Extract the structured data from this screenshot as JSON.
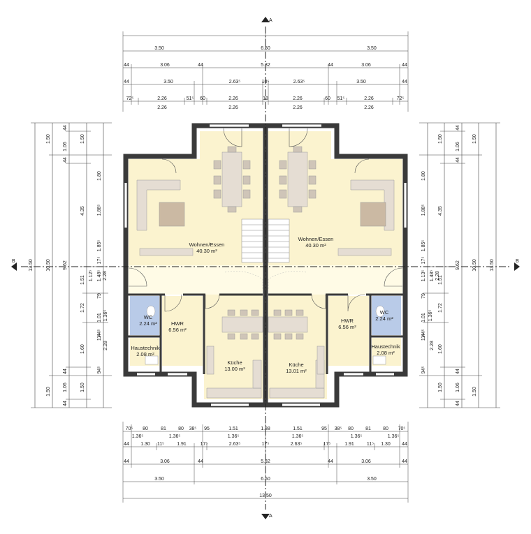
{
  "rooms": {
    "wohnen_left": {
      "name": "Wohnen/Essen",
      "area": "40.30 m²"
    },
    "wohnen_right": {
      "name": "Wohnen/Essen",
      "area": "40.30 m²"
    },
    "kueche_left": {
      "name": "Küche",
      "area": "13.00 m²"
    },
    "kueche_right": {
      "name": "Küche",
      "area": "13.01 m²"
    },
    "hwr_left": {
      "name": "HWR",
      "area": "6.56 m²"
    },
    "hwr_right": {
      "name": "HWR",
      "area": "6.56 m²"
    },
    "wc_left": {
      "name": "WC",
      "area": "2.24 m²"
    },
    "wc_right": {
      "name": "WC",
      "area": "2.24 m²"
    },
    "haus_left": {
      "name": "Haustechnik",
      "area": "2.08 m²"
    },
    "haus_right": {
      "name": "Haustechnik",
      "area": "2.08 m²"
    }
  },
  "dims": {
    "top": {
      "r1": [
        "6.50"
      ],
      "r2": [
        "3.50",
        "3.50"
      ],
      "r3": [
        "44",
        "3.06",
        "44",
        "5.32",
        "44",
        "3.06",
        "44"
      ],
      "r4": [
        "44",
        "3.50",
        "2.63⁵",
        "10⁵",
        "2.63⁵",
        "3.50",
        "44"
      ],
      "r5": [
        "72⁵",
        "2.26",
        "51⁵",
        "60",
        "2.26",
        "18",
        "2.26",
        "60",
        "51⁵",
        "2.26",
        "72⁵"
      ],
      "r5b": [
        "2.26",
        "2.26",
        "2.26",
        "2.26"
      ]
    },
    "bottom": {
      "r1": [
        "70⁵",
        "80",
        "81",
        "80",
        "38⁵",
        "95",
        "1.51",
        "1.88",
        "1.51",
        "95",
        "38⁵",
        "80",
        "81",
        "80",
        "70⁵"
      ],
      "r1b": [
        "1.36⁵",
        "1.36⁵",
        "1.36⁵",
        "1.36⁵",
        "1.36⁵",
        "1.36⁵"
      ],
      "r2": [
        "44",
        "1.30",
        "11⁵",
        "1.91",
        "17⁵",
        "2.63⁵",
        "17⁵",
        "2.63⁵",
        "17⁵",
        "1.91",
        "11⁵",
        "1.30",
        "44"
      ],
      "r3": [
        "44",
        "3.06",
        "44",
        "5.32",
        "44",
        "3.06",
        "44"
      ],
      "r4": [
        "3.50",
        "6.50",
        "3.50"
      ],
      "r5": [
        "13.50"
      ]
    },
    "left": {
      "c1": [
        "13.50"
      ],
      "c2": [
        "1.50",
        "10.50",
        "1.50"
      ],
      "c3": [
        "44",
        "1.06",
        "44",
        "9.62",
        "44",
        "1.06",
        "44"
      ],
      "c4": [
        "1.50",
        "4.35",
        "1.51",
        "1.72",
        "1.60",
        "1.50"
      ],
      "c5": [
        "1.80",
        "1.88⁵",
        "1.85⁵",
        "17⁵",
        "1.48⁵",
        "1.12⁵",
        "2.28",
        "79",
        "1.01",
        "1.36⁵",
        "44⁵",
        "2.28",
        "11⁵",
        "94⁵"
      ]
    },
    "right": {
      "c1": [
        "13.50"
      ],
      "c2": [
        "1.50",
        "10.50",
        "1.50"
      ],
      "c3": [
        "44",
        "1.06",
        "44",
        "9.62",
        "44",
        "1.06",
        "44"
      ],
      "c4": [
        "1.50",
        "4.35",
        "1.51",
        "1.72",
        "1.60",
        "1.50"
      ],
      "c5": [
        "1.80",
        "1.88⁵",
        "1.85⁵",
        "17⁵",
        "1.48⁵",
        "1.13⁵",
        "2.28",
        "79",
        "1.01",
        "1.36⁵",
        "44⁵",
        "2.28",
        "11⁵",
        "94⁵"
      ]
    }
  },
  "section_marks": {
    "top": "A",
    "bottom": "A",
    "left": "B",
    "right": "B"
  },
  "colors": {
    "wall": "#3a3a3a",
    "floor_yellow": "#fbf3cf",
    "floor_light": "#fffbe6",
    "wc_blue": "#b9cbe8",
    "furniture": "#e5ddd3",
    "sofa_rug": "#cbb9a3",
    "dim_line": "#444444"
  }
}
